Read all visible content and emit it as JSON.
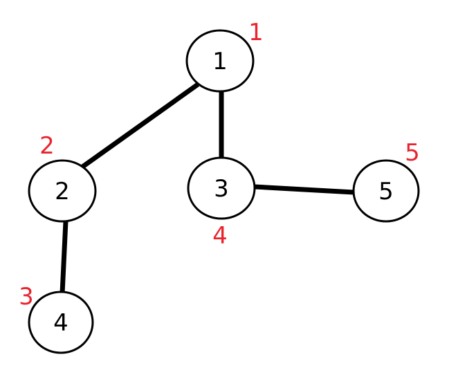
{
  "diagram": {
    "colors": {
      "node_stroke": "#000000",
      "edge": "#000000",
      "order_label": "#e8242e"
    },
    "nodes": [
      {
        "id": "1",
        "label": "1",
        "order": "1"
      },
      {
        "id": "2",
        "label": "2",
        "order": "2"
      },
      {
        "id": "3",
        "label": "3",
        "order": "4"
      },
      {
        "id": "4",
        "label": "4",
        "order": "3"
      },
      {
        "id": "5",
        "label": "5",
        "order": "5"
      }
    ],
    "edges": [
      {
        "from": "1",
        "to": "2"
      },
      {
        "from": "1",
        "to": "3"
      },
      {
        "from": "2",
        "to": "4"
      },
      {
        "from": "3",
        "to": "5"
      }
    ]
  }
}
